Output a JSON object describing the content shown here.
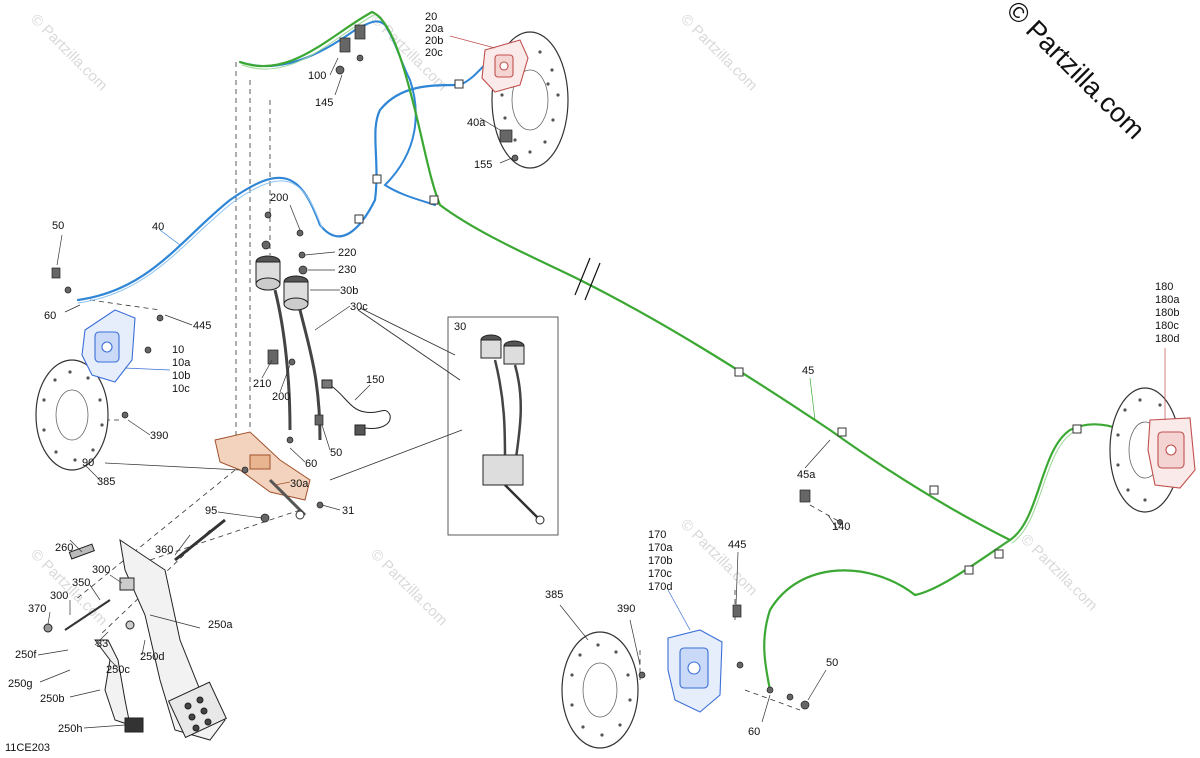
{
  "watermark": "© Partzilla.com",
  "brand_stamp": "© Partzilla.com",
  "diagram_code": "11CE203",
  "detail_box_label": "30",
  "colors": {
    "blue_line": "#2f86d6",
    "green_line": "#3aa832",
    "red_caliper": "#c0504d",
    "blue_caliper": "#3b6fd8",
    "orange_part": "#d99266",
    "part_gray": "#555555"
  },
  "callouts": [
    {
      "id": "c-20",
      "text": "20"
    },
    {
      "id": "c-20a",
      "text": "20a"
    },
    {
      "id": "c-20b",
      "text": "20b"
    },
    {
      "id": "c-20c",
      "text": "20c"
    },
    {
      "id": "c-100",
      "text": "100"
    },
    {
      "id": "c-145",
      "text": "145"
    },
    {
      "id": "c-40a",
      "text": "40a"
    },
    {
      "id": "c-155",
      "text": "155"
    },
    {
      "id": "c-50-top",
      "text": "50"
    },
    {
      "id": "c-40",
      "text": "40"
    },
    {
      "id": "c-60-top",
      "text": "60"
    },
    {
      "id": "c-200-top",
      "text": "200"
    },
    {
      "id": "c-220",
      "text": "220"
    },
    {
      "id": "c-230",
      "text": "230"
    },
    {
      "id": "c-30b",
      "text": "30b"
    },
    {
      "id": "c-30c",
      "text": "30c"
    },
    {
      "id": "c-445-top",
      "text": "445"
    },
    {
      "id": "c-10",
      "text": "10"
    },
    {
      "id": "c-10a",
      "text": "10a"
    },
    {
      "id": "c-10b",
      "text": "10b"
    },
    {
      "id": "c-10c",
      "text": "10c"
    },
    {
      "id": "c-210",
      "text": "210"
    },
    {
      "id": "c-200-mid",
      "text": "200"
    },
    {
      "id": "c-150",
      "text": "150"
    },
    {
      "id": "c-390-left",
      "text": "390"
    },
    {
      "id": "c-385-left",
      "text": "385"
    },
    {
      "id": "c-60-mid",
      "text": "60"
    },
    {
      "id": "c-50-mid",
      "text": "50"
    },
    {
      "id": "c-90",
      "text": "90"
    },
    {
      "id": "c-30a",
      "text": "30a"
    },
    {
      "id": "c-95",
      "text": "95"
    },
    {
      "id": "c-31",
      "text": "31"
    },
    {
      "id": "c-360",
      "text": "360"
    },
    {
      "id": "c-260",
      "text": "260"
    },
    {
      "id": "c-300a",
      "text": "300"
    },
    {
      "id": "c-350",
      "text": "350"
    },
    {
      "id": "c-300b",
      "text": "300"
    },
    {
      "id": "c-370",
      "text": "370"
    },
    {
      "id": "c-33",
      "text": "33"
    },
    {
      "id": "c-250a",
      "text": "250a"
    },
    {
      "id": "c-250f",
      "text": "250f"
    },
    {
      "id": "c-250d",
      "text": "250d"
    },
    {
      "id": "c-250c",
      "text": "250c"
    },
    {
      "id": "c-250g",
      "text": "250g"
    },
    {
      "id": "c-250b",
      "text": "250b"
    },
    {
      "id": "c-250h",
      "text": "250h"
    },
    {
      "id": "c-45",
      "text": "45"
    },
    {
      "id": "c-45a",
      "text": "45a"
    },
    {
      "id": "c-140",
      "text": "140"
    },
    {
      "id": "c-180",
      "text": "180"
    },
    {
      "id": "c-180a",
      "text": "180a"
    },
    {
      "id": "c-180b",
      "text": "180b"
    },
    {
      "id": "c-180c",
      "text": "180c"
    },
    {
      "id": "c-180d",
      "text": "180d"
    },
    {
      "id": "c-170",
      "text": "170"
    },
    {
      "id": "c-170a",
      "text": "170a"
    },
    {
      "id": "c-170b",
      "text": "170b"
    },
    {
      "id": "c-170c",
      "text": "170c"
    },
    {
      "id": "c-170d",
      "text": "170d"
    },
    {
      "id": "c-445-bot",
      "text": "445"
    },
    {
      "id": "c-385-bot",
      "text": "385"
    },
    {
      "id": "c-390-bot",
      "text": "390"
    },
    {
      "id": "c-50-bot",
      "text": "50"
    },
    {
      "id": "c-60-bot",
      "text": "60"
    }
  ]
}
